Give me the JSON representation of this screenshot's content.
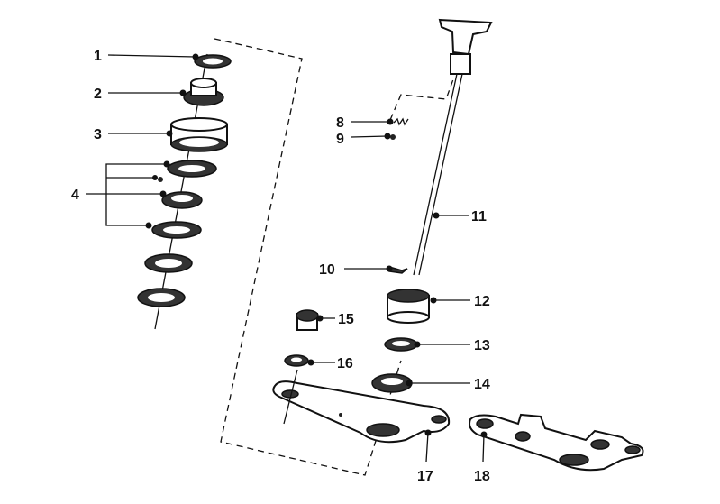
{
  "diagram": {
    "type": "exploded parts diagram",
    "callouts": [
      "1",
      "2",
      "3",
      "4",
      "8",
      "9",
      "10",
      "11",
      "12",
      "13",
      "14",
      "15",
      "16",
      "17",
      "18"
    ]
  }
}
